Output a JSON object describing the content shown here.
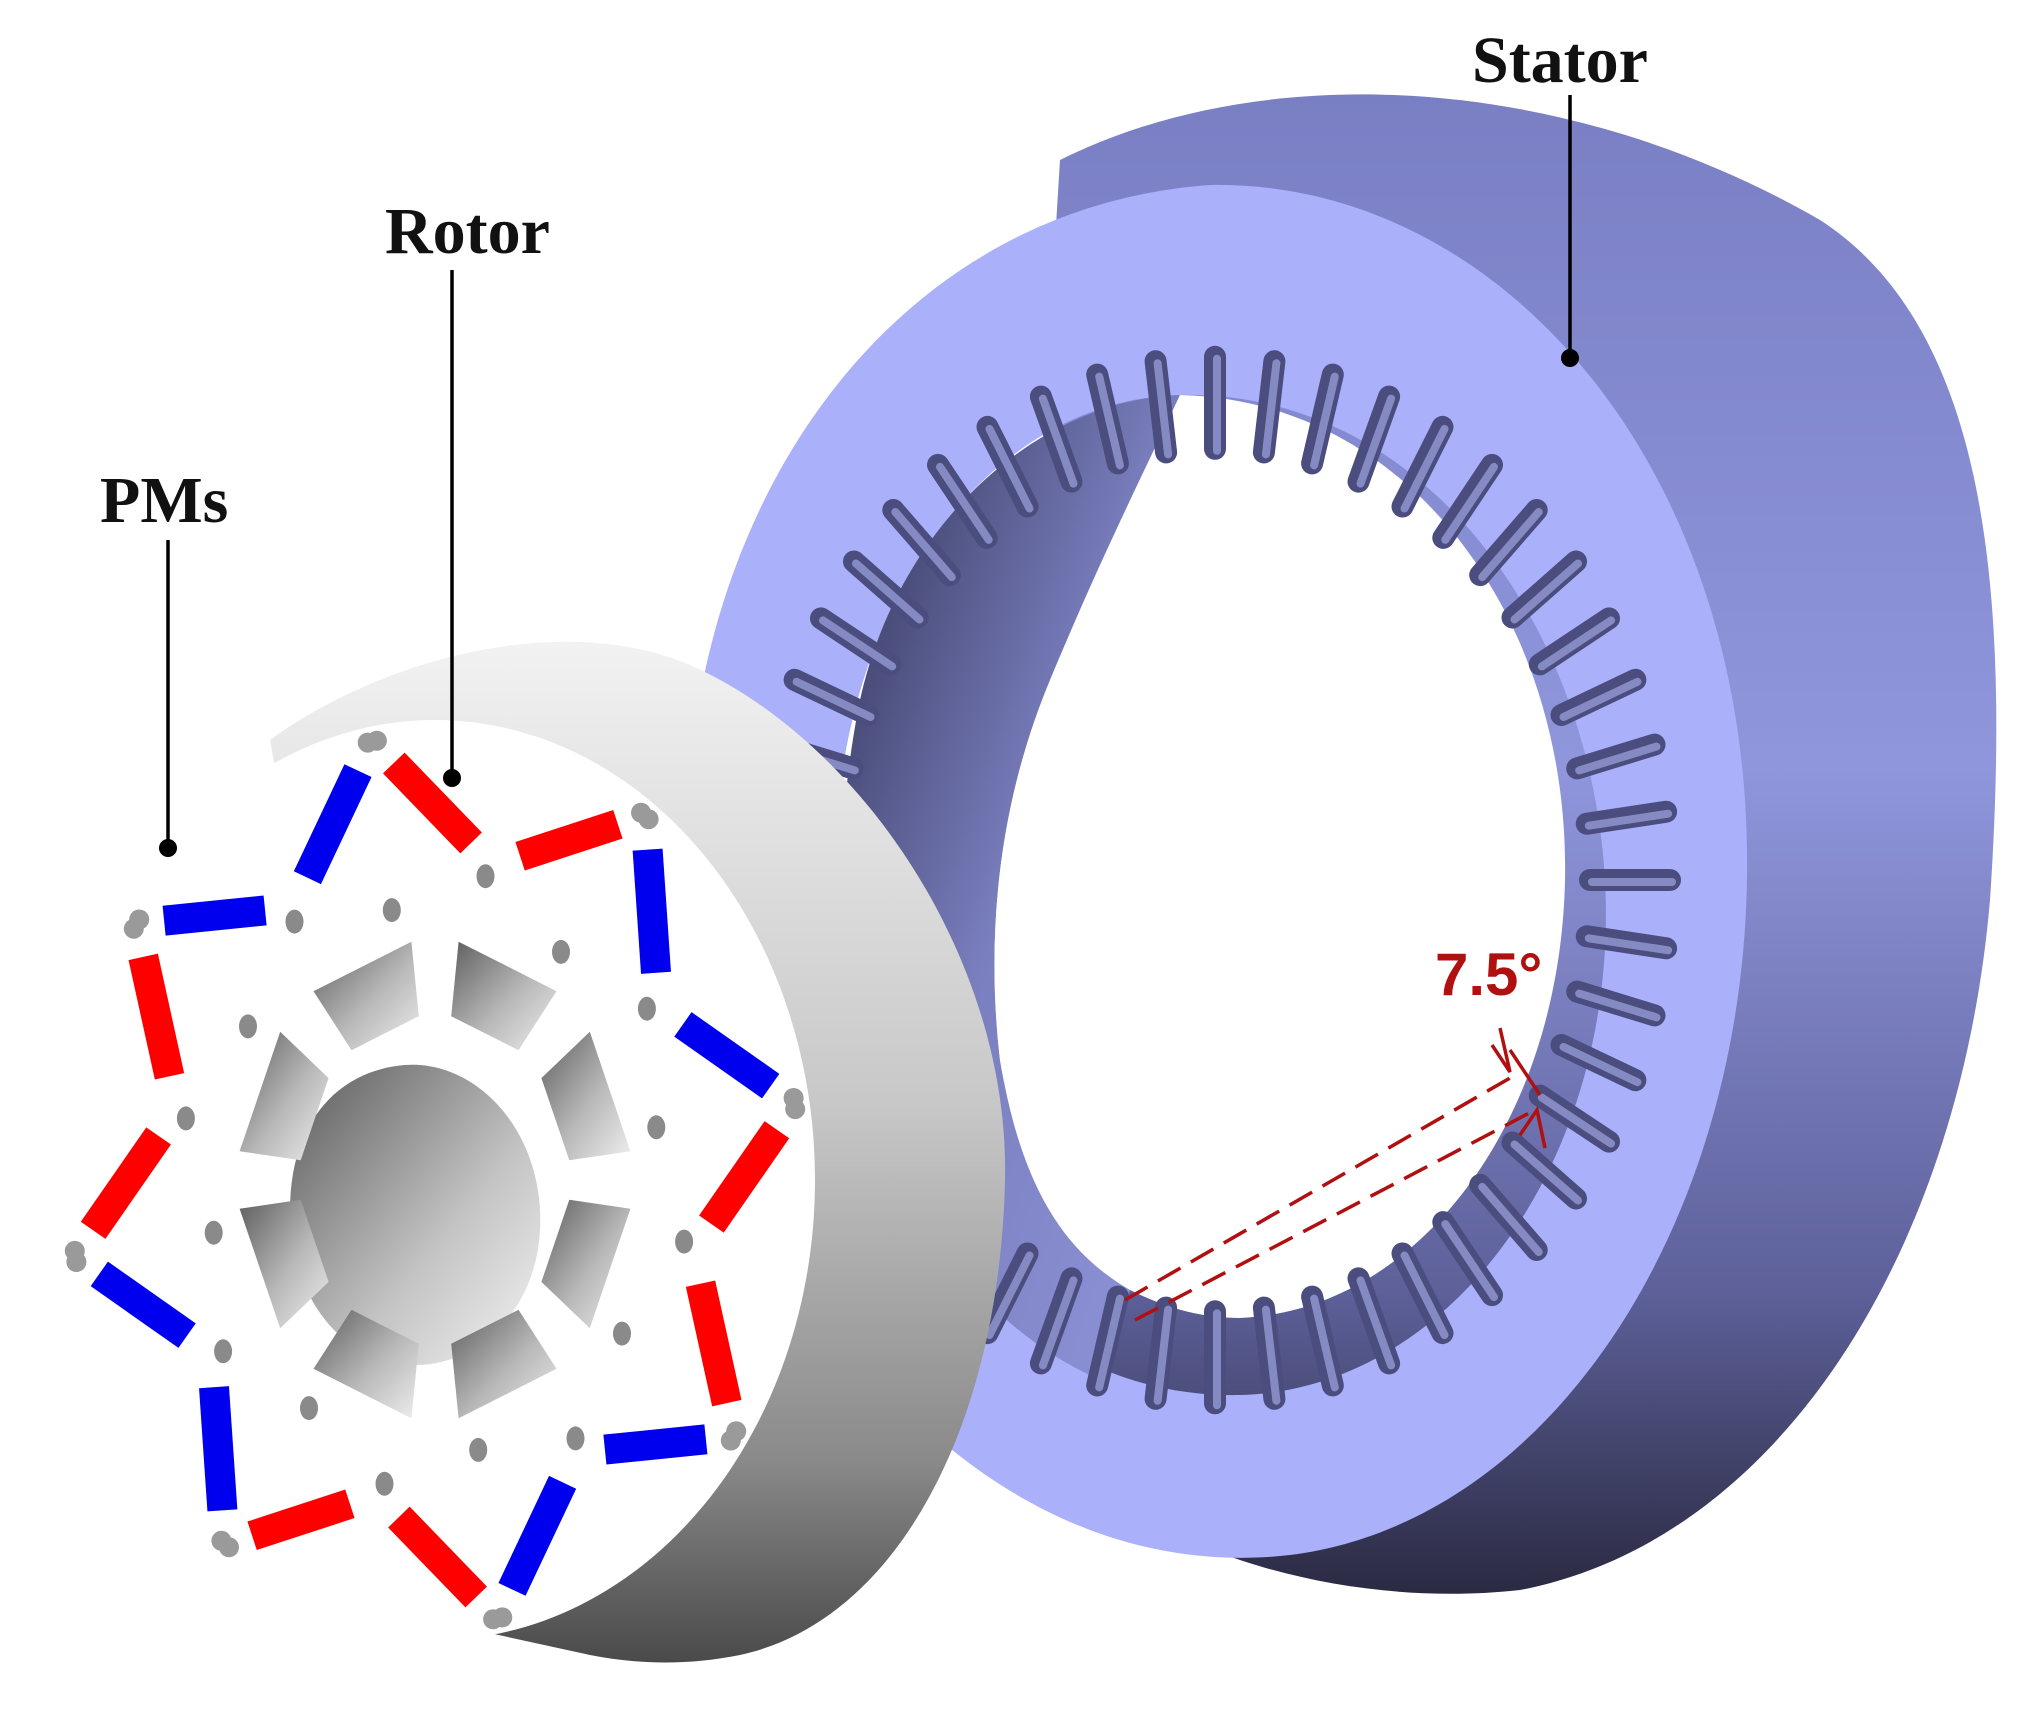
{
  "labels": {
    "stator": "Stator",
    "rotor": "Rotor",
    "pms": "PMs",
    "angle": "7.5°"
  },
  "stator_slots": 48,
  "rotor_poles": 8,
  "colors": {
    "stator_face": "#aab0fa",
    "stator_shadow": "#2d2c48",
    "rotor_face": "#ffffff",
    "rotor_body": "#9b9b9b",
    "magnet_red": "#ff0000",
    "magnet_blue": "#0000ee",
    "leader": "#000000",
    "dimension": "#b01010"
  }
}
